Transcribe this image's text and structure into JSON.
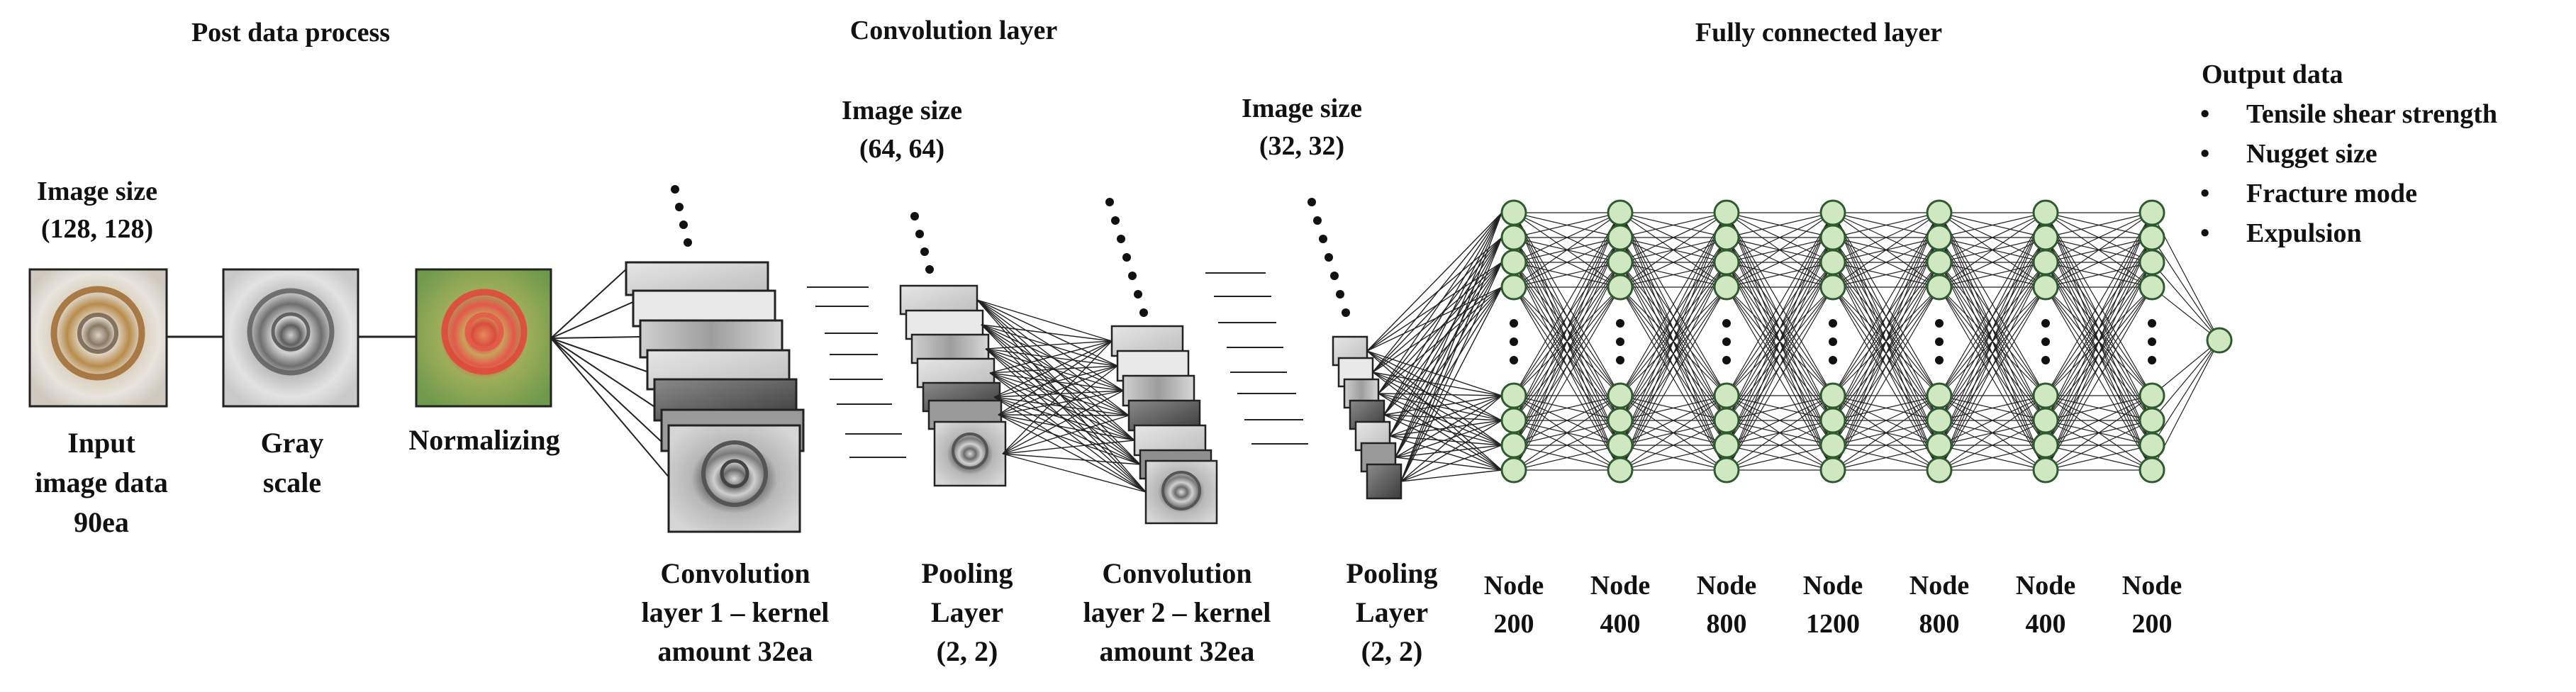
{
  "sections": {
    "post": "Post data process",
    "conv": "Convolution layer",
    "fc": "Fully connected layer"
  },
  "image_size": {
    "label": "Image size",
    "input": "(128, 128)",
    "pool1": "(64, 64)",
    "pool2": "(32, 32)"
  },
  "stages": {
    "input": [
      "Input",
      "image data",
      "90ea"
    ],
    "gray": [
      "Gray",
      "scale"
    ],
    "normalize": [
      "Normalizing"
    ],
    "conv1": [
      "Convolution",
      "layer 1 – kernel",
      "amount 32ea"
    ],
    "pool1": [
      "Pooling",
      "Layer",
      "(2, 2)"
    ],
    "conv2": [
      "Convolution",
      "layer 2 – kernel",
      "amount 32ea"
    ],
    "pool2": [
      "Pooling",
      "Layer",
      "(2, 2)"
    ]
  },
  "fc_layers": [
    {
      "label": "Node",
      "count": "200"
    },
    {
      "label": "Node",
      "count": "400"
    },
    {
      "label": "Node",
      "count": "800"
    },
    {
      "label": "Node",
      "count": "1200"
    },
    {
      "label": "Node",
      "count": "800"
    },
    {
      "label": "Node",
      "count": "400"
    },
    {
      "label": "Node",
      "count": "200"
    }
  ],
  "output": {
    "title": "Output data",
    "bullet": "•",
    "items": [
      "Tensile shear strength",
      "Nugget size",
      "Fracture mode",
      "Expulsion"
    ]
  },
  "colors": {
    "node_fill": "#cfe8c2",
    "node_stroke": "#2f5a2f",
    "line": "#222222",
    "weld_ring": "#b27a3a",
    "normalize_ring": "#e05a4a",
    "normalize_bg": "#7fa85a"
  }
}
